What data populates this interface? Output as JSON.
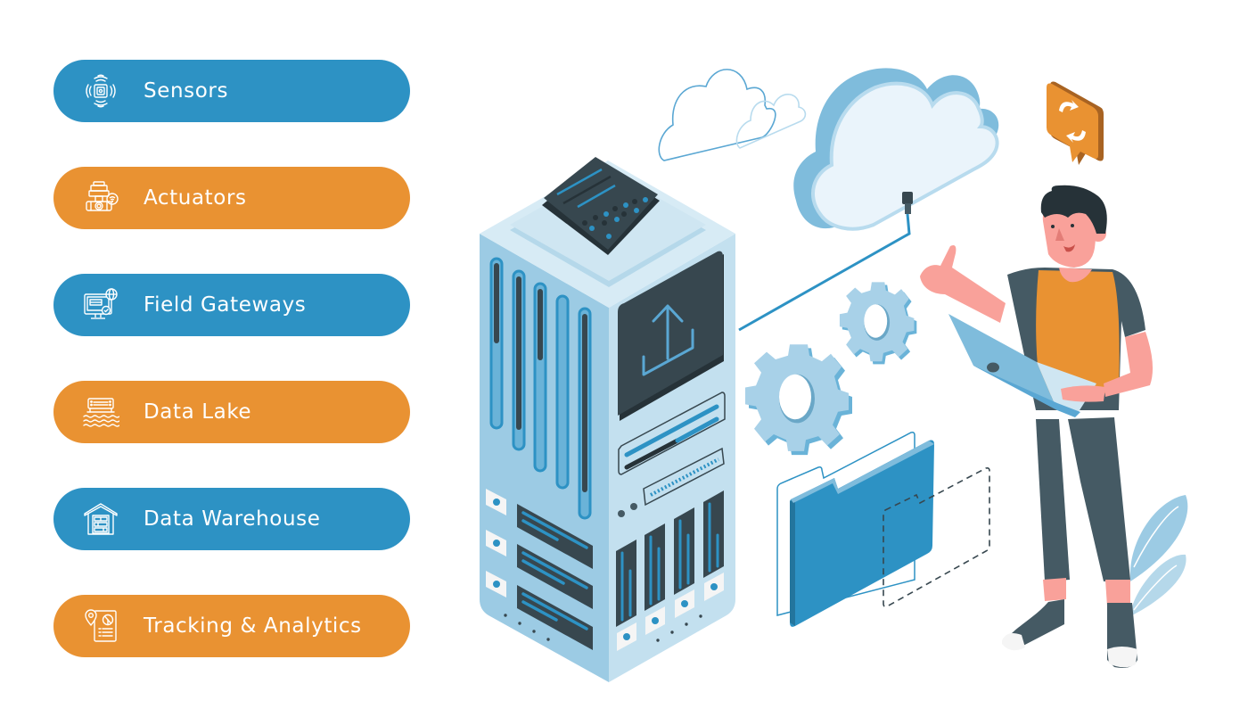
{
  "colors": {
    "blue": "#2d92c4",
    "orange": "#e99232",
    "server_light": "#c3e0ef",
    "server_mid": "#9ccbe4",
    "dark": "#37474f",
    "cloud_fill": "#eaf4fb",
    "skin": "#f9a19a"
  },
  "items": [
    {
      "label": "Sensors",
      "icon": "sensor-icon",
      "color": "blue"
    },
    {
      "label": "Actuators",
      "icon": "actuator-valve-icon",
      "color": "orange"
    },
    {
      "label": "Field Gateways",
      "icon": "gateway-monitor-globe-icon",
      "color": "blue"
    },
    {
      "label": "Data Lake",
      "icon": "data-lake-server-waves-icon",
      "color": "orange"
    },
    {
      "label": "Data Warehouse",
      "icon": "warehouse-icon",
      "color": "blue"
    },
    {
      "label": "Tracking & Analytics",
      "icon": "tracking-analytics-report-icon",
      "color": "orange"
    }
  ],
  "illustration": {
    "description": "Isometric server tower with upload screen, clouds connected by cable, gears, folder, person holding laptop giving thumbs up, sync speech bubble"
  }
}
